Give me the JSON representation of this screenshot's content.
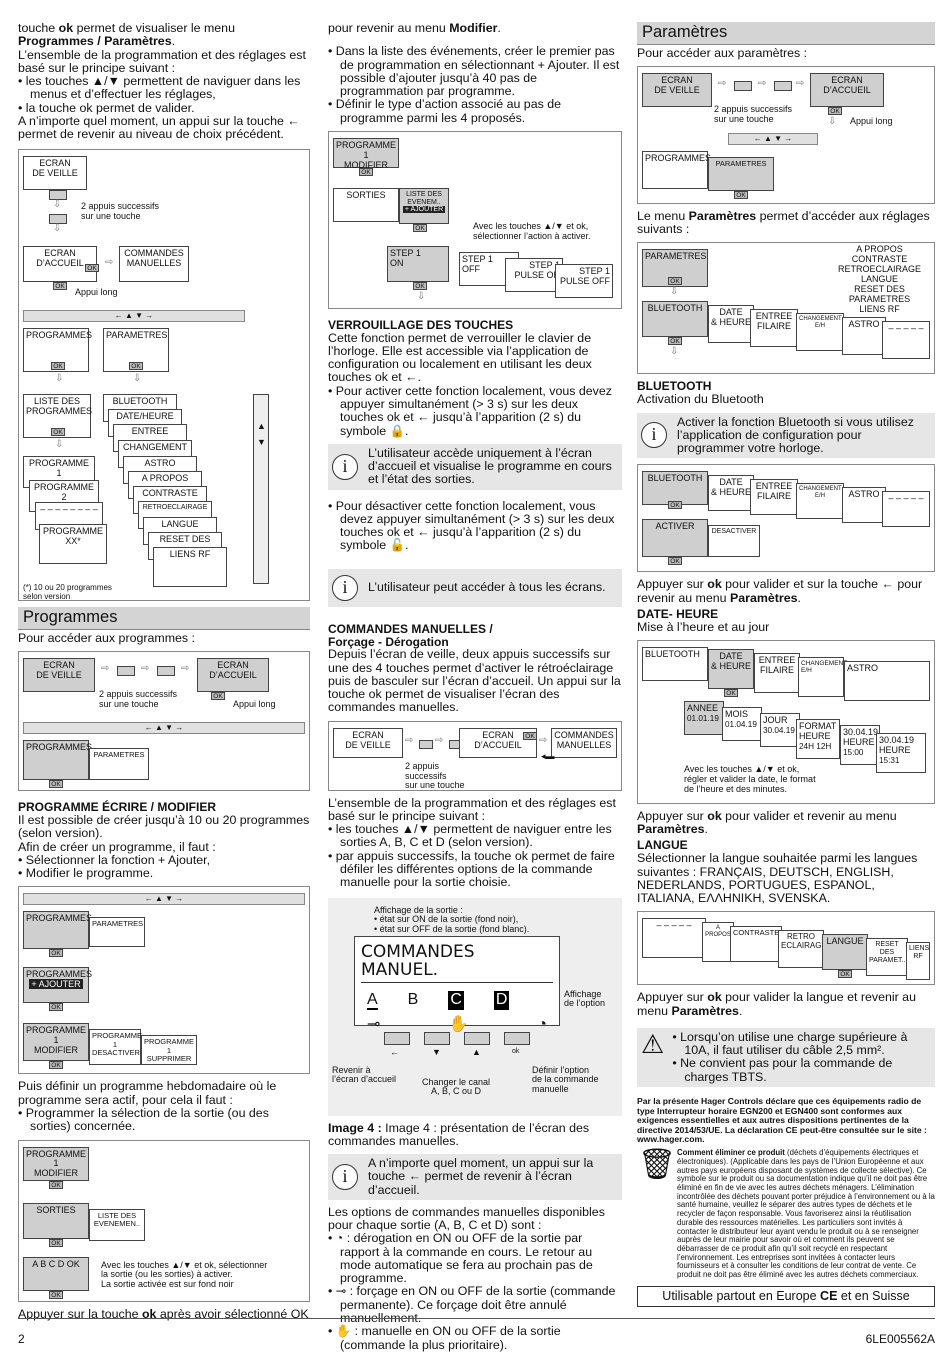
{
  "c1": {
    "intro": [
      "touche ",
      "ok",
      " permet de visualiser le menu ",
      "Programmes / Paramètres",
      "."
    ],
    "p1": "L’ensemble de la programmation et des réglages est basé sur le principe suivant :",
    "b1": "les touches ▲/▼ permettent de naviguer dans les menus et d’effectuer les réglages,",
    "b2": "la touche ok permet de valider.",
    "p2": "A n’importe quel moment, un appui sur la touche ← permet de revenir au niveau de choix précédent.",
    "fig1": {
      "ecran_veille": "ECRAN\nDE VEILLE",
      "appuis": "2 appuis successifs\nsur une touche",
      "ecran_accueil": "ECRAN\nD’ACCUEIL",
      "commandes": "COMMANDES\nMANUELLES",
      "appui_long": "Appui long",
      "programmes": "PROGRAMMES",
      "parametres": "PARAMETRES",
      "liste": "LISTE DES\nPROGRAMMES",
      "prog1": "PROGRAMME 1",
      "prog2": "PROGRAMME 2",
      "dashes": "– – – – – – – –",
      "progxx": "PROGRAMME\nXX*",
      "params": [
        "BLUETOOTH",
        "DATE/HEURE",
        "ENTREE",
        "CHANGEMENT",
        "ASTRO",
        "A PROPOS",
        "CONTRASTE",
        "RETROECLAIRAGE",
        "LANGUE",
        "RESET DES",
        "LIENS RF"
      ],
      "note": "(*) 10 ou 20 programmes\nselon version"
    },
    "h_programmes": "Programmes",
    "acces_prog": "Pour accéder aux programmes :",
    "fig2": {
      "ecran_veille": "ECRAN\nDE VEILLE",
      "ecran_accueil": "ECRAN\nD’ACCUEIL",
      "appuis": "2 appuis successifs\nsur une touche",
      "appui_long": "Appui long",
      "programmes": "PROGRAMMES",
      "parametres": "PARAMETRES"
    },
    "h_ecrire": "PROGRAMME ÉCRIRE / MODIFIER",
    "p3": "Il est possible de créer jusqu’à 10 ou 20 programmes (selon version).",
    "p4": "Afin de créer un programme, il faut :",
    "b3": "Sélectionner la fonction + Ajouter,",
    "b4": "Modifier le programme.",
    "fig3": {
      "programmes": "PROGRAMMES",
      "parametres": "PARAMETRES",
      "ajouter": "+ AJOUTER",
      "prog1_modifier": "PROGRAMME 1\nMODIFIER",
      "prog1_desactiver": "PROGRAMME\n1\nDESACTIVER",
      "prog1_supprimer": "PROGRAMME 1\nSUPPRIMER"
    },
    "p5": "Puis définir un programme hebdomadaire où le programme sera actif, pour cela il faut :",
    "b5": "Programmer la sélection de la sortie (ou des sorties) concernée.",
    "fig4": {
      "prog1_modifier": "PROGRAMME\n1\nMODIFIER",
      "sorties": "SORTIES",
      "liste_events": "LISTE DES\nEVENEMEN..",
      "abcd": "A B C D OK",
      "note": "Avec les touches ▲/▼ et ok, sélectionner\nla sortie (ou les sorties) à activer.\nLa sortie activée est sur fond noir"
    },
    "p6": [
      "Appuyer sur la touche ",
      "ok",
      " après avoir sélectionné OK"
    ]
  },
  "c2": {
    "p1": [
      "pour revenir au menu ",
      "Modifier",
      "."
    ],
    "b1": "Dans la liste des événements, créer le premier pas de programmation en sélectionnant + Ajouter. Il est possible d’ajouter jusqu’à 40 pas de programmation par programme.",
    "b2": "Définir le type d’action associé au pas de programme parmi les 4 proposés.",
    "fig1": {
      "prog1_modifier": "PROGRAMME 1\nMODIFIER",
      "sorties": "SORTIES",
      "liste_events": "LISTE DES EVENEM..",
      "ajouter": "+ AJOUTER",
      "note": "Avec les touches ▲/▼ et ok,\nsélectionner l’action à activer.",
      "step_on": "STEP 1\nON",
      "step_off": "STEP 1\nOFF",
      "step_pulse_on": "STEP 1\nPULSE ON",
      "step_pulse_off": "STEP 1\nPULSE OFF"
    },
    "h_verrou": "VERROUILLAGE DES TOUCHES",
    "p2": "Cette fonction permet de verrouiller le clavier de l’horloge. Elle est accessible via l’application de configuration ou localement en utilisant les deux touches ok et ←.",
    "b3": "Pour activer cette fonction localement, vous devez appuyer simultanément (> 3 s) sur les deux touches ok et ← jusqu’à l’apparition (2 s) du symbole",
    "info1": "L’utilisateur accède uniquement à l’écran d’accueil et visualise le programme en cours et l’état des sorties.",
    "b4": "Pour désactiver cette fonction localement, vous devez appuyer simultanément (> 3 s) sur les deux touches ok et ← jusqu’à l’apparition (2 s) du symbole",
    "info2": "L’utilisateur peut accéder à tous les écrans.",
    "h_cmd": "COMMANDES MANUELLES /",
    "h_cmd2": "Forçage - Dérogation",
    "p3": "Depuis l’écran de veille, deux appuis successifs sur une des 4 touches permet d’activer le rétroéclairage puis de basculer sur l’écran d’accueil. Un appui sur la touche ok permet de visualiser l’écran des commandes manuelles.",
    "fig2": {
      "ecran_veille": "ECRAN\nDE VEILLE",
      "ecran_accueil": "ECRAN\nD’ACCUEIL",
      "commandes": "COMMANDES\nMANUELLES",
      "appuis": "2 appuis\nsuccessifs\nsur une touche"
    },
    "p4": "L’ensemble de la programmation et des réglages est basé sur le principe suivant :",
    "b5": "les touches ▲/▼ permettent de naviguer entre les sorties A, B, C et D (selon version).",
    "b6": "par appuis successifs, la touche ok permet de faire défiler les différentes options de la commande manuelle pour la sortie choisie.",
    "fig3": {
      "affichage": "Affichage de la sortie :\n• état sur ON de la sortie (fond noir),\n• état sur OFF de la sortie (fond blanc).",
      "screen_title": "COMMANDES MANUEL.",
      "letters": [
        "A",
        "B",
        "C",
        "D"
      ],
      "affichage_option": "Affichage\nde l’option",
      "revenir": "Revenir à\nl’écran d’accueil",
      "changer": "Changer le canal\nA, B, C ou D",
      "definir": "Définir l’option\nde la commande\nmanuelle",
      "ok": "ok"
    },
    "caption": "Image 4 : présentation de l’écran des commandes manuelles.",
    "info3": "A n’importe quel moment, un appui sur la touche ← permet de revenir à l’écran d’accueil.",
    "p5": "Les options de commandes manuelles disponibles pour chaque sortie (A, B, C et D) sont :",
    "b7": ": dérogation en ON ou OFF de la sortie par rapport à la commande en cours. Le retour au mode automatique se fera au prochain pas de programme.",
    "b8": ": forçage en ON ou OFF de la sortie (commande permanente). Ce forçage doit être annulé manuellement.",
    "b9": ": manuelle en ON ou OFF de la sortie (commande la plus prioritaire)."
  },
  "c3": {
    "h_param": "Paramètres",
    "acces": "Pour accéder aux paramètres :",
    "fig1": {
      "ecran_veille": "ECRAN\nDE VEILLE",
      "ecran_accueil": "ECRAN\nD’ACCUEIL",
      "appuis": "2 appuis successifs\nsur une touche",
      "appui_long": "Appui long",
      "programmes": "PROGRAMMES",
      "parametres": "PARAMETRES"
    },
    "p1": [
      "Le menu ",
      "Paramètres",
      " permet d’accéder aux réglages suivants :"
    ],
    "fig2": {
      "parametres": "PARAMETRES",
      "list": "A PROPOS\nCONTRASTE\nRETROECLAIRAGE\nLANGUE\nRESET DES\nPARAMETRES\nLIENS RF",
      "bluetooth": "BLUETOOTH",
      "date": "DATE\n& HEURE",
      "entree": "ENTREE\nFILAIRE",
      "changement": "CHANGEMENT\nE/H",
      "astro": "ASTRO",
      "dashes": "– – – – –"
    },
    "h_bt": "BLUETOOTH",
    "bt_act": "Activation du Bluetooth",
    "info1": "Activer la fonction Bluetooth si vous utilisez l’application de configuration pour programmer votre horloge.",
    "fig3": {
      "bluetooth": "BLUETOOTH",
      "date": "DATE\n& HEURE",
      "entree": "ENTREE\nFILAIRE",
      "changement": "CHANGEMENT\nE/H",
      "astro": "ASTRO",
      "dashes": "– – – – –",
      "activer": "ACTIVER",
      "desactiver": "DESACTIVER"
    },
    "p2": [
      "Appuyer sur ",
      "ok",
      " pour valider et sur la touche ← pour revenir au menu ",
      "Paramètres",
      "."
    ],
    "h_date": "DATE- HEURE",
    "date_sub": "Mise à l’heure et au jour",
    "fig4": {
      "bluetooth": "BLUETOOTH",
      "date": "DATE\n& HEURE",
      "entree": "ENTREE\nFILAIRE",
      "changement": "CHANGEMENT\nE/H",
      "astro": "ASTRO",
      "annee": "ANNEE",
      "annee_val": "01.01.19",
      "mois": "MOIS",
      "mois_val": "01.04.19",
      "jour": "JOUR",
      "jour_val": "30.04.19",
      "format": "FORMAT\nHEURE",
      "format_val": "24H 12H",
      "heure1": "30.04.19\nHEURE",
      "heure1_val": "15:00",
      "heure2": "30.04.19\nHEURE",
      "heure2_val": "15:31",
      "note": "Avec les touches ▲/▼ et ok,\nrégler et valider la date, le format\nde l’heure et des minutes."
    },
    "p3": [
      "Appuyer sur ",
      "ok",
      " pour valider et revenir au menu ",
      "Paramètres",
      "."
    ],
    "h_langue": "LANGUE",
    "p4": "Sélectionner la langue souhaitée parmi les langues suivantes : FRANÇAIS, DEUTSCH, ENGLISH, NEDERLANDS, PORTUGUES, ESPANOL, ITALIANA, ΕΛΛΗΝΙΚΗ, SVENSKA.",
    "fig5": {
      "dashes": "– – – – –",
      "apropos": "A\nPROPOS",
      "contraste": "CONTRASTE",
      "retro": "RETRO\nECLAIRAGE",
      "langue": "LANGUE",
      "reset": "RESET DES\nPARAMET..",
      "liens": "LIENS\nRF"
    },
    "p5": [
      "Appuyer sur ",
      "ok",
      " pour valider la langue et revenir au menu ",
      "Paramètres",
      "."
    ],
    "warn1": "Lorsqu’on utilise une charge supérieure à 10A, il faut utiliser du câble 2,5 mm².",
    "warn2": "Ne convient pas pour la commande de charges TBTS.",
    "decl": "Par la présente Hager Controls déclare que ces équipements radio de type Interrupteur horaire EGN200 et EGN400 sont conformes aux exigences essentielles et aux autres dispositions pertinentes de la directive 2014/53/UE. La déclaration CE peut-être consultée sur le site : www.hager.com.",
    "weee_title": "Comment éliminer ce produit",
    "weee": "(déchets d’équipements électriques et électroniques). (Applicable dans les pays de l’Union Européenne et aux autres pays européens disposant de systèmes de collecte sélective). Ce symbole sur le produit ou sa documentation indique qu’il ne doit pas être éliminé en fin de vie avec les autres déchets ménagers. L’élimination incontrôlée des déchets pouvant porter préjudice à l’environnement ou à la santé humaine, veuillez le séparer des autres types de déchets et le recycler de façon responsable. Vous favoriserez ainsi la réutilisation durable des ressources matérielles. Les particuliers sont invités à contacter le distributeur leur ayant vendu le produit ou à se renseigner auprès de leur mairie pour savoir où et comment ils peuvent se débarrasser de ce produit afin qu’il soit recyclé en respectant l’environnement. Les entreprises sont invitées à contacter leurs fournisseurs et à consulter les conditions de leur contrat de vente. Ce produit ne doit pas être éliminé avec les autres déchets commerciaux.",
    "europe": "Utilisable partout en Europe",
    "ce": "CE",
    "suisse": "et en Suisse"
  },
  "footer": {
    "page": "2",
    "ref": "6LE005562A"
  }
}
